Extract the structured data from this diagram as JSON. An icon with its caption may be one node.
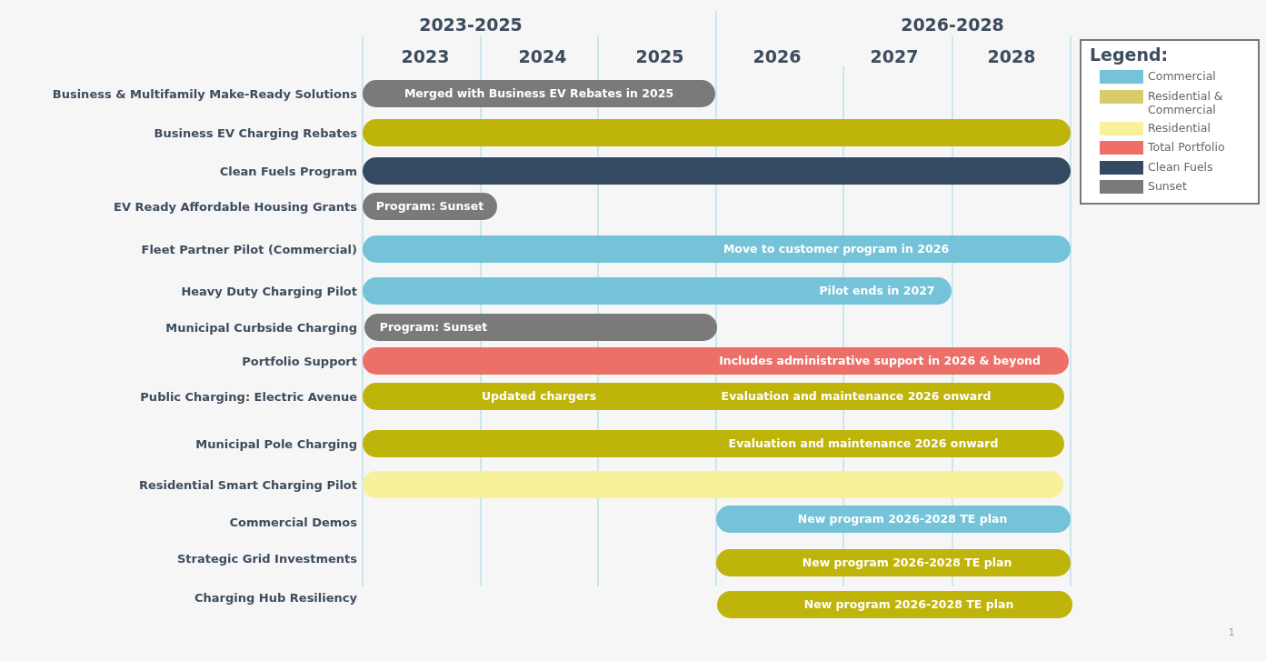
{
  "diagram": {
    "nodes": [
      {
        "text": [
          "Merged with Business EV Rebates in 2025"
        ],
        "beside": [
          "Business & Multifamily Make-Ready Solutions"
        ]
      },
      {
        "text": [],
        "shape": "bar",
        "beside": [
          "Business EV Charging Rebates"
        ]
      },
      {
        "text": [],
        "shape": "bar",
        "beside": [
          "Clean Fuels Program"
        ]
      },
      {
        "text": [
          "Program: Sunset"
        ],
        "beside": [
          "EV Ready Affordable Housing Grants"
        ]
      },
      {
        "text": [
          "Move to customer program in 2026"
        ],
        "beside": [
          "Fleet Partner Pilot (Commercial)"
        ]
      },
      {
        "text": [
          "Pilot ends in 2027"
        ],
        "beside": [
          "Heavy Duty Charging Pilot"
        ]
      },
      {
        "text": [
          "Program: Sunset"
        ],
        "beside": [
          "Municipal Curbside Charging"
        ]
      },
      {
        "text": [
          "Includes administrative support in 2026 & beyond"
        ],
        "beside": [
          "Portfolio Support"
        ]
      },
      {
        "text": [
          "Updated chargers",
          "Evaluation and maintenance 2026 onward"
        ],
        "beside": [
          "Public Charging: Electric Avenue"
        ]
      },
      {
        "text": [
          "Evaluation and maintenance 2026 onward"
        ],
        "beside": [
          "Municipal Pole Charging"
        ]
      },
      {
        "text": [],
        "shape": "bar",
        "beside": [
          "Residential Smart Charging Pilot"
        ]
      },
      {
        "text": [
          "New program 2026-2028 TE plan"
        ]
      },
      {
        "text": [
          "New program 2026-2028 TE plan"
        ]
      },
      {
        "text": [
          "New program 2026-2028 TE plan"
        ]
      }
    ],
    "labels": [
      "2023-2025",
      "2026-2028",
      "2023",
      "2024",
      "2025",
      "2026",
      "2027",
      "2028",
      "Legend:",
      "Commercial Demos",
      "Strategic Grid Investments",
      "Charging Hub Resiliency",
      "1"
    ],
    "legend": [
      {
        "text": "Commercial",
        "color": "#74c3d8"
      },
      {
        "text": "Residential & Commercial",
        "color": "#d8cb6c"
      },
      {
        "text": "Residential",
        "color": "#f8f09a"
      },
      {
        "text": "Total Portfolio",
        "color": "#ec7068"
      },
      {
        "text": "Clean Fuels",
        "color": "#344a63"
      },
      {
        "text": "Sunset",
        "color": "#7a7a7a"
      }
    ]
  }
}
